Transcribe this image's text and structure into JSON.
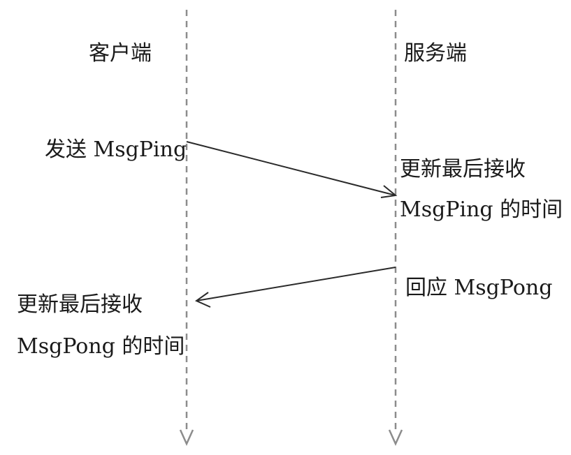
{
  "participants": {
    "client": {
      "label": "客户端"
    },
    "server": {
      "label": "服务端"
    }
  },
  "messages": [
    {
      "from": "client",
      "to": "server",
      "label": "发送 MsgPing"
    },
    {
      "from": "server",
      "to": "client",
      "label": "回应 MsgPong"
    }
  ],
  "notes": {
    "server": {
      "line1": "更新最后接收",
      "line2": "MsgPing 的时间"
    },
    "client": {
      "line1": "更新最后接收",
      "line2": "MsgPong 的时间"
    }
  },
  "colors": {
    "lifeline": "#8c8c8c",
    "arrow": "#2a2a2a",
    "text": "#1a1a1a"
  }
}
